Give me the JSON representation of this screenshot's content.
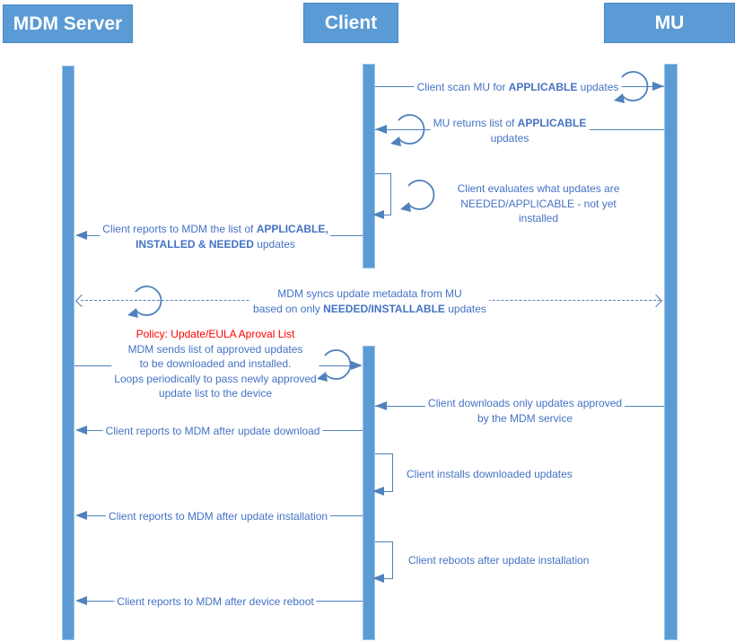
{
  "diagram_type": "sequence-diagram",
  "actors": [
    {
      "id": "mdm-server",
      "label": "MDM Server"
    },
    {
      "id": "client",
      "label": "Client"
    },
    {
      "id": "mu",
      "label": "MU"
    }
  ],
  "colors": {
    "actor_fill": "#5b9bd5",
    "lifeline_fill": "#5b9bd5",
    "arrow_line": "#4f81bd",
    "label_text": "#4472c4",
    "policy_text": "#ff0000"
  },
  "messages": [
    {
      "id": "scan",
      "from": "Client",
      "to": "MU",
      "style": "solid",
      "loop_icon": true,
      "runs": [
        {
          "t": "Client scan MU for "
        },
        {
          "t": "APPLICABLE",
          "b": true
        },
        {
          "t": " updates"
        }
      ]
    },
    {
      "id": "returns",
      "from": "MU",
      "to": "Client",
      "style": "solid",
      "loop_icon": true,
      "runs": [
        {
          "t": "MU returns list of "
        },
        {
          "t": "APPLICABLE",
          "b": true
        },
        {
          "t": "\nupdates"
        }
      ]
    },
    {
      "id": "evaluates",
      "from": "Client",
      "to": "Client",
      "style": "self",
      "loop_icon": true,
      "runs": [
        {
          "t": "Client evaluates what updates are\nNEEDED/APPLICABLE - not yet installed"
        }
      ]
    },
    {
      "id": "reports-list",
      "from": "Client",
      "to": "MDM Server",
      "style": "solid",
      "loop_icon": false,
      "runs": [
        {
          "t": "Client reports to MDM the list of "
        },
        {
          "t": "APPLICABLE,",
          "b": true
        },
        {
          "t": "\n"
        },
        {
          "t": "INSTALLED & NEEDED",
          "b": true
        },
        {
          "t": " updates"
        }
      ]
    },
    {
      "id": "sync-metadata",
      "from": "MDM Server",
      "to": "MU",
      "style": "dashed-both",
      "loop_icon": true,
      "runs": [
        {
          "t": "MDM syncs update metadata from MU\nbased on only "
        },
        {
          "t": "NEEDED/INSTALLABLE",
          "b": true
        },
        {
          "t": " updates"
        }
      ]
    },
    {
      "id": "policy-approval",
      "from": "MDM Server",
      "to": "Client",
      "style": "solid",
      "loop_icon": true,
      "runs": [
        {
          "t": "Policy: Update/EULA Aproval List",
          "red": true
        },
        {
          "t": "\nMDM sends list of approved updates\nto be downloaded and installed.\nLoops periodically to pass newly approved\nupdate list to the device"
        }
      ]
    },
    {
      "id": "downloads",
      "from": "MU",
      "to": "Client",
      "style": "solid",
      "loop_icon": false,
      "runs": [
        {
          "t": "Client downloads only updates approved\nby the MDM service"
        }
      ]
    },
    {
      "id": "report-download",
      "from": "Client",
      "to": "MDM Server",
      "style": "solid",
      "loop_icon": false,
      "runs": [
        {
          "t": "Client reports to MDM after update download"
        }
      ]
    },
    {
      "id": "installs",
      "from": "Client",
      "to": "Client",
      "style": "self",
      "loop_icon": false,
      "runs": [
        {
          "t": "Client installs downloaded updates"
        }
      ]
    },
    {
      "id": "report-install",
      "from": "Client",
      "to": "MDM Server",
      "style": "solid",
      "loop_icon": false,
      "runs": [
        {
          "t": "Client reports to MDM after update installation"
        }
      ]
    },
    {
      "id": "reboots",
      "from": "Client",
      "to": "Client",
      "style": "self",
      "loop_icon": false,
      "runs": [
        {
          "t": "Client reboots after update installation"
        }
      ]
    },
    {
      "id": "report-reboot",
      "from": "Client",
      "to": "MDM Server",
      "style": "solid",
      "loop_icon": false,
      "runs": [
        {
          "t": "Client reports to MDM after device reboot"
        }
      ]
    }
  ]
}
